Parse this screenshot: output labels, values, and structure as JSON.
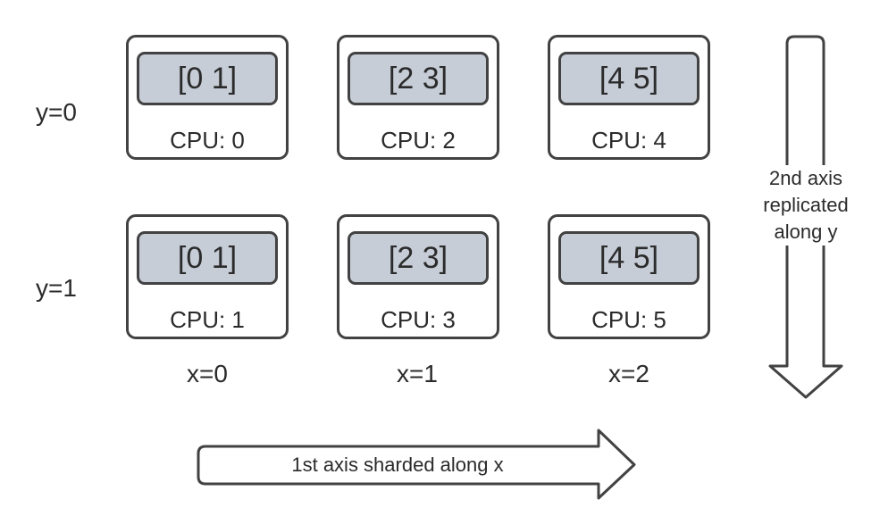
{
  "grid": {
    "row_labels": [
      "y=0",
      "y=1"
    ],
    "col_labels": [
      "x=0",
      "x=1",
      "x=2"
    ],
    "rows": [
      {
        "cells": [
          {
            "shard": "[0 1]",
            "device": "CPU: 0"
          },
          {
            "shard": "[2 3]",
            "device": "CPU: 2"
          },
          {
            "shard": "[4 5]",
            "device": "CPU: 4"
          }
        ]
      },
      {
        "cells": [
          {
            "shard": "[0 1]",
            "device": "CPU: 1"
          },
          {
            "shard": "[2 3]",
            "device": "CPU: 3"
          },
          {
            "shard": "[4 5]",
            "device": "CPU: 5"
          }
        ]
      }
    ]
  },
  "annotations": {
    "vertical_arrow": {
      "direction": "down",
      "lines": [
        "2nd axis",
        "replicated",
        "along y"
      ]
    },
    "horizontal_arrow": {
      "direction": "right",
      "label": "1st axis sharded along x"
    }
  },
  "colors": {
    "border": "#424242",
    "shard_fill": "#c7cdd7",
    "text": "#2b2b2b",
    "background": "#ffffff"
  }
}
